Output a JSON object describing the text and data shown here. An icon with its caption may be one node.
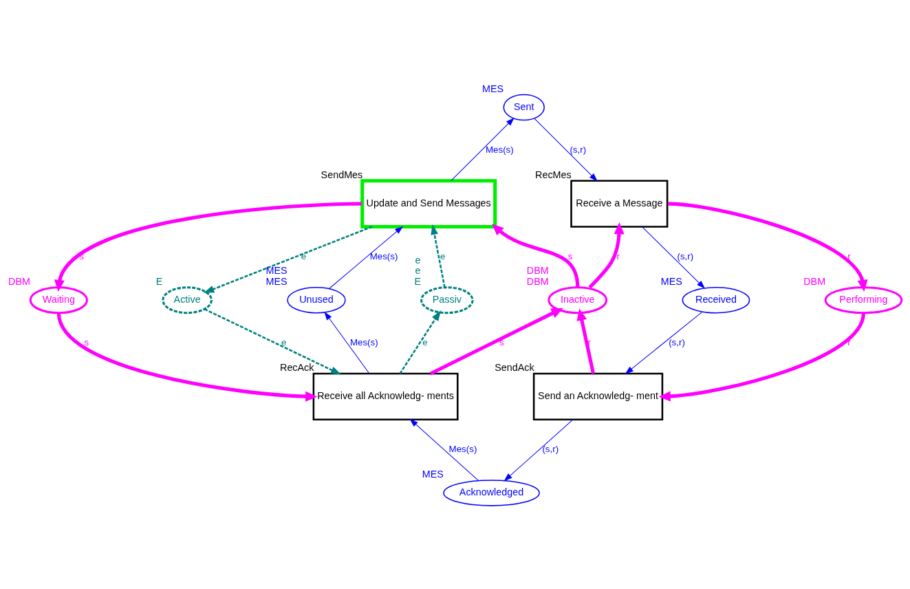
{
  "diagram": {
    "nodes": [
      {
        "text": [
          "Sent"
        ],
        "beside": [
          "MES"
        ]
      },
      {
        "text": [
          "Update and Send Messages"
        ],
        "beside": [
          "SendMes"
        ]
      },
      {
        "text": [
          "Receive a Message"
        ],
        "beside": [
          "RecMes"
        ]
      },
      {
        "text": [
          "Waiting"
        ],
        "beside": [
          "DBM"
        ]
      },
      {
        "text": [
          "Active"
        ],
        "beside": [
          "E"
        ]
      },
      {
        "text": [
          "Unused"
        ],
        "beside": [
          "MES",
          "MES"
        ]
      },
      {
        "text": [
          "Passiv"
        ],
        "beside": [
          "e",
          "e",
          "E"
        ]
      },
      {
        "text": [
          "Inactive"
        ],
        "beside": [
          "DBM",
          "DBM"
        ]
      },
      {
        "text": [
          "Received"
        ],
        "beside": [
          "MES"
        ]
      },
      {
        "text": [
          "Performing"
        ],
        "beside": [
          "DBM"
        ]
      },
      {
        "text": [
          "Receive all Acknowledg- ments"
        ],
        "beside": [
          "RecAck"
        ]
      },
      {
        "text": [
          "Send an Acknowledg- ment"
        ],
        "beside": [
          "SendAck"
        ]
      },
      {
        "text": [
          "Acknowledged"
        ],
        "beside": [
          "MES"
        ]
      }
    ],
    "edges": [
      {
        "from": 1,
        "to": 0,
        "arrow": "to",
        "label": "Mes(s)"
      },
      {
        "from": 0,
        "to": 2,
        "arrow": "to",
        "label": "(s,r)"
      },
      {
        "from": 2,
        "to": 8,
        "arrow": "to",
        "label": "(s,r)"
      },
      {
        "from": 8,
        "to": 11,
        "arrow": "to",
        "label": "(s,r)"
      },
      {
        "from": 11,
        "to": 12,
        "arrow": "to",
        "label": "(s,r)"
      },
      {
        "from": 12,
        "to": 10,
        "arrow": "to",
        "label": "Mes(s)"
      },
      {
        "from": 10,
        "to": 5,
        "arrow": "to",
        "label": "Mes(s)"
      },
      {
        "from": 5,
        "to": 1,
        "arrow": "to",
        "label": "Mes(s)"
      },
      {
        "from": 1,
        "to": 3,
        "arrow": "to",
        "label": "s",
        "style": "thick",
        "color": "#ff00ff"
      },
      {
        "from": 3,
        "to": 10,
        "arrow": "to",
        "label": "s",
        "style": "thick",
        "color": "#ff00ff"
      },
      {
        "from": 10,
        "to": 7,
        "arrow": "to",
        "label": "s",
        "style": "thick",
        "color": "#ff00ff"
      },
      {
        "from": 7,
        "to": 1,
        "arrow": "to",
        "label": "s",
        "style": "thick",
        "color": "#ff00ff"
      },
      {
        "from": 7,
        "to": 2,
        "arrow": "to",
        "label": "r",
        "style": "thick",
        "color": "#ff00ff"
      },
      {
        "from": 2,
        "to": 9,
        "arrow": "to",
        "label": "r",
        "style": "thick",
        "color": "#ff00ff"
      },
      {
        "from": 9,
        "to": 11,
        "arrow": "to",
        "label": "r",
        "style": "thick",
        "color": "#ff00ff"
      },
      {
        "from": 11,
        "to": 7,
        "arrow": "to",
        "label": "r",
        "style": "thick",
        "color": "#ff00ff"
      },
      {
        "from": 1,
        "to": 4,
        "arrow": "to",
        "label": "e",
        "style": "dashed",
        "color": "#008080"
      },
      {
        "from": 4,
        "to": 10,
        "arrow": "to",
        "label": "e",
        "style": "dashed",
        "color": "#008080"
      },
      {
        "from": 6,
        "to": 1,
        "arrow": "to",
        "label": "e",
        "style": "dashed",
        "color": "#008080"
      },
      {
        "from": 10,
        "to": 6,
        "arrow": "to",
        "label": "e",
        "style": "dashed",
        "color": "#008080"
      }
    ]
  }
}
